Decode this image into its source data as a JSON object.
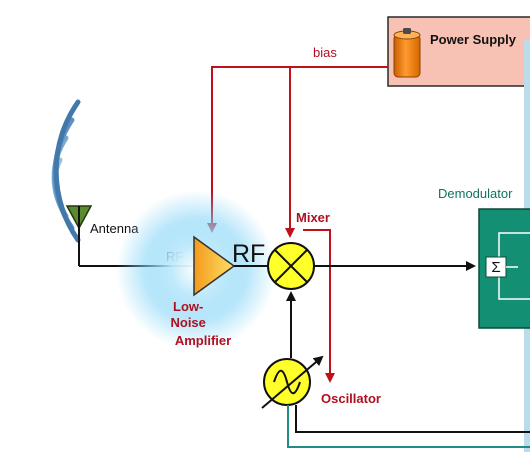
{
  "diagram": {
    "power_supply_label": "Power Supply",
    "bias_label": "bias",
    "antenna_label": "Antenna",
    "rf_input_label": "RF",
    "rf_output_label": "RF",
    "lna_label_lines": [
      "Low-",
      "Noise",
      "Amplifier"
    ],
    "mixer_label": "Mixer",
    "oscillator_label": "Oscillator",
    "demodulator_label": "Demodulator",
    "sigma_symbol": "Σ",
    "colors": {
      "bias_line": "#c0101a",
      "label_red": "#b01020",
      "power_supply_fill": "#f7c1b3",
      "battery": "#ef7d12",
      "demodulator_fill": "#138f74",
      "demodulator_label": "#0f7462",
      "mixer_fill": "#ffff2a",
      "lna_fill": "#f4b232",
      "signal_line": "#111111",
      "teal_line": "#208c84",
      "glow": "#7fd3f7"
    },
    "icons": [
      "battery-icon",
      "antenna-icon",
      "radio-waves-icon",
      "amplifier-icon",
      "mixer-icon",
      "oscillator-icon",
      "summation-icon"
    ]
  }
}
